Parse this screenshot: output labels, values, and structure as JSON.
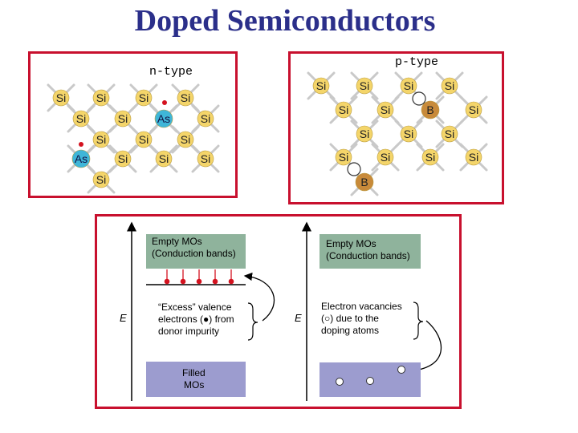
{
  "title": "Doped Semiconductors",
  "n_type": {
    "label": "n-type",
    "atom_si": "Si",
    "atom_dopant": "As"
  },
  "p_type": {
    "label": "p-type",
    "atom_si": "Si",
    "atom_dopant": "B"
  },
  "band_n": {
    "conduction_line1": "Empty MOs",
    "conduction_line2": "(Conduction bands)",
    "excess_line1": "“Excess” valence",
    "excess_line2": "electrons (●) from",
    "excess_line3": "donor impurity",
    "filled_line1": "Filled",
    "filled_line2": "MOs",
    "energy_label": "E"
  },
  "band_p": {
    "conduction_line1": "Empty MOs",
    "conduction_line2": "(Conduction bands)",
    "vacancy_line1": "Electron vacancies",
    "vacancy_line2": "(○) due to the",
    "vacancy_line3": "doping atoms",
    "energy_label": "E"
  },
  "colors": {
    "title": "#2b2f8a",
    "frame": "#c8102e",
    "si_atom": "#f4d56a",
    "as_atom": "#3fb6d8",
    "b_atom": "#c88a3a",
    "conduction_band": "#8fb39c",
    "filled_band": "#9c9ccf",
    "electron": "#d4121f"
  }
}
